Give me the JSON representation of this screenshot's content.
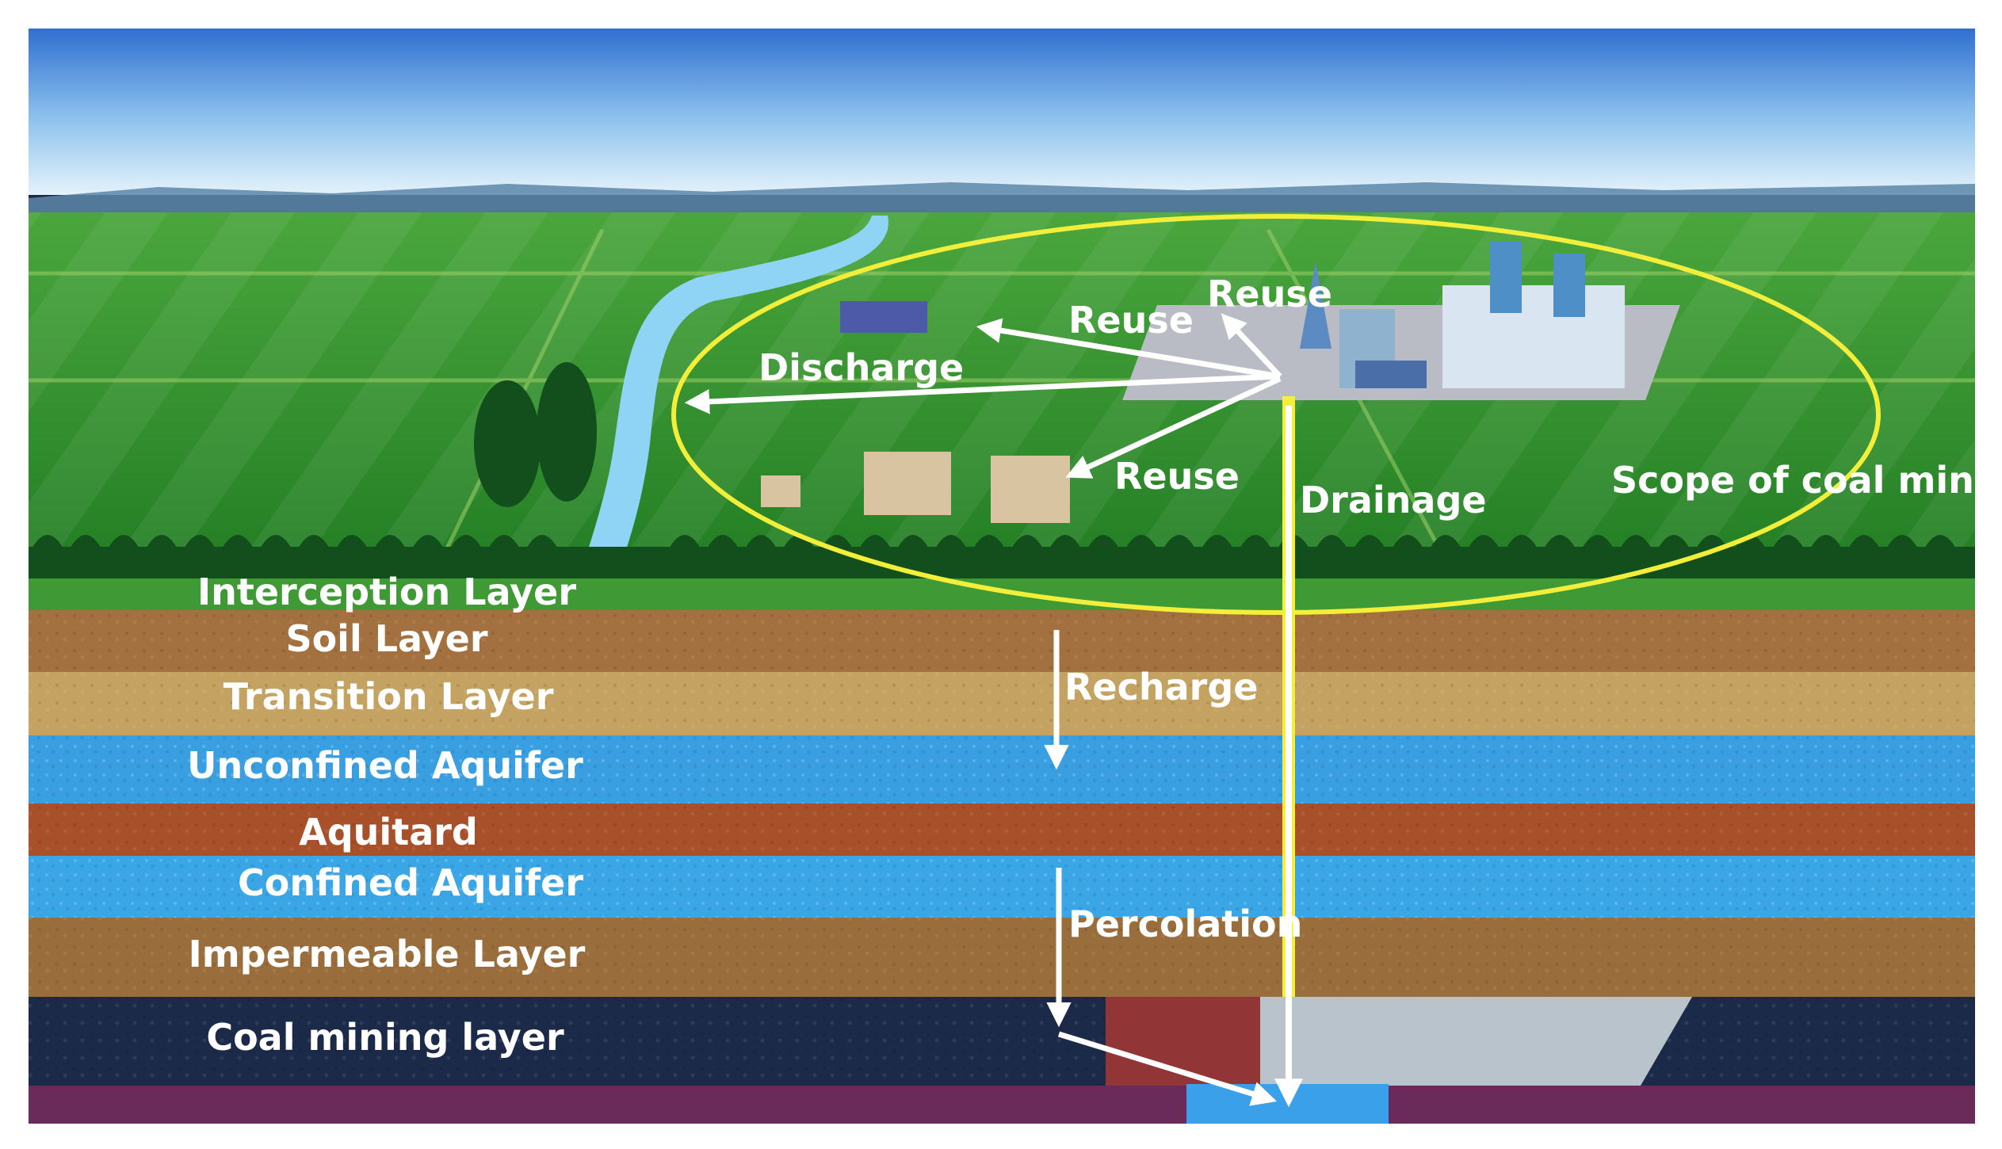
{
  "layers": [
    {
      "label": "Interception Layer",
      "color": "#2f8a2c"
    },
    {
      "label": "Soil Layer",
      "color": "#a3703f"
    },
    {
      "label": "Transition Layer",
      "color": "#c4a262"
    },
    {
      "label": "Unconfined Aquifer",
      "color": "#3a9fe0"
    },
    {
      "label": "Aquitard",
      "color": "#a8502a"
    },
    {
      "label": "Confined Aquifer",
      "color": "#3aa6e6"
    },
    {
      "label": "Impermeable Layer",
      "color": "#9a6e3c"
    },
    {
      "label": "Coal mining layer",
      "color": "#1c2a4a"
    }
  ],
  "flows": {
    "reuse_top": "Reuse",
    "reuse_left": "Reuse",
    "reuse_bottom": "Reuse",
    "discharge": "Discharge",
    "drainage": "Drainage",
    "recharge": "Recharge",
    "percolation": "Percolation"
  },
  "scope_label": "Scope of coal mine",
  "colors": {
    "scope_ellipse": "#f2ee3a",
    "drainage_pipe": "#f4ef3c",
    "arrows": "#ffffff",
    "sky_top": "#2f6fd0",
    "field": "#2f8f2c"
  }
}
